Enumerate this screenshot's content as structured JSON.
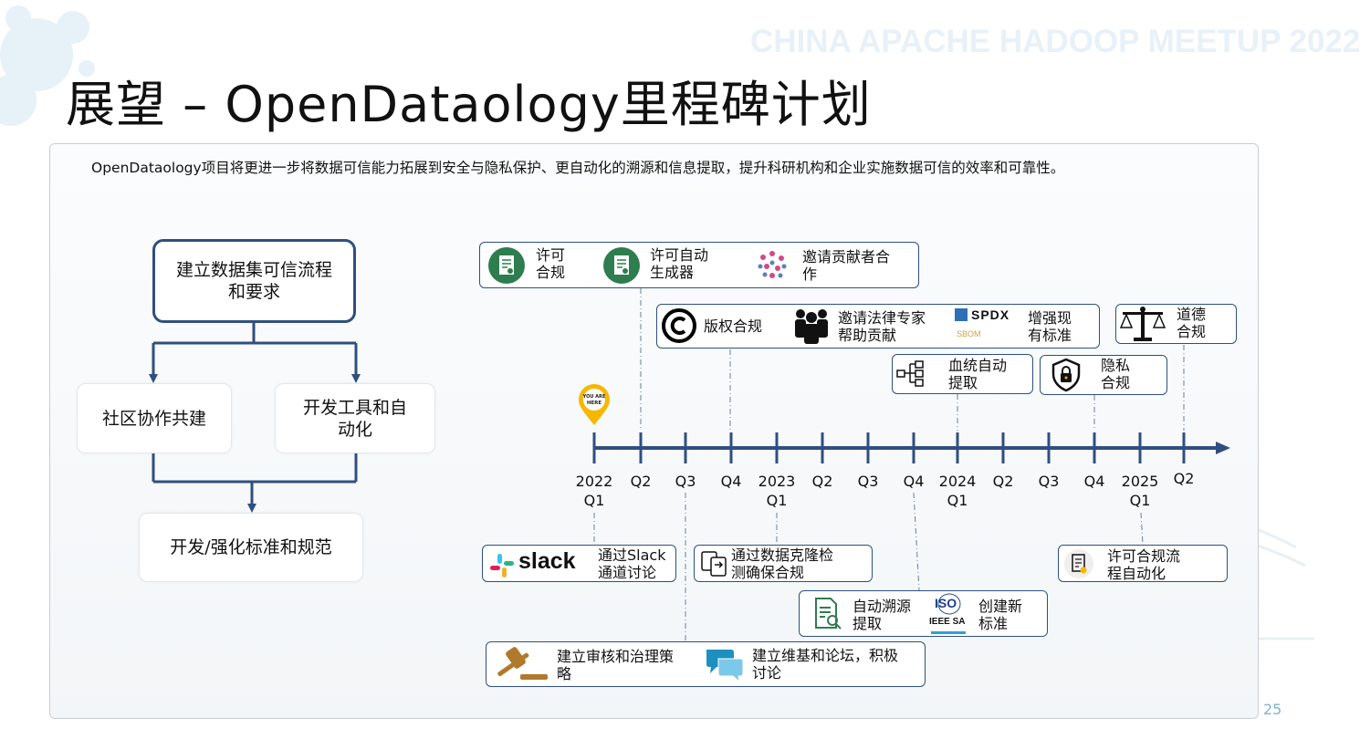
{
  "watermark": "CHINA APACHE HADOOP MEETUP 2022",
  "title": "展望 – OpenDataology里程碑计划",
  "description": "OpenDataology项目将更进一步将数据可信能力拓展到安全与隐私保护、更自动化的溯源和信息提取，提升科研机构和企业实施数据可信的效率和可靠性。",
  "flow": {
    "top": [
      "建立数据集可信流程",
      "和要求"
    ],
    "left": "社区协作共建",
    "right": [
      "开发工具和自",
      "动化"
    ],
    "bottom": "开发/强化标准和规范"
  },
  "timeline_ticks": [
    {
      "l1": "2022",
      "l2": "Q1"
    },
    {
      "l1": "Q2",
      "l2": ""
    },
    {
      "l1": "Q3",
      "l2": ""
    },
    {
      "l1": "Q4",
      "l2": ""
    },
    {
      "l1": "2023",
      "l2": "Q1"
    },
    {
      "l1": "Q2",
      "l2": ""
    },
    {
      "l1": "Q3",
      "l2": ""
    },
    {
      "l1": "Q4",
      "l2": ""
    },
    {
      "l1": "2024",
      "l2": "Q1"
    },
    {
      "l1": "Q2",
      "l2": ""
    },
    {
      "l1": "Q3",
      "l2": ""
    },
    {
      "l1": "Q4",
      "l2": ""
    },
    {
      "l1": "2025",
      "l2": "Q1"
    },
    {
      "l1": "Q2",
      "l2": ""
    }
  ],
  "here_marker": [
    "YOU ARE",
    "HERE"
  ],
  "items": {
    "license_compliance": [
      "许可",
      "合规"
    ],
    "license_auto_gen": [
      "许可自动",
      "生成器"
    ],
    "invite_contributors": [
      "邀请贡献者合",
      "作"
    ],
    "copyright": "版权合规",
    "legal_experts": [
      "邀请法律专家",
      "帮助贡献"
    ],
    "spdx_logo": "SPDX",
    "sbom_logo": "SBOM",
    "enhance_standards": [
      "增强现",
      "有标准"
    ],
    "ethics": [
      "道德",
      "合规"
    ],
    "lineage": [
      "血统自动",
      "提取"
    ],
    "privacy": [
      "隐私",
      "合规"
    ],
    "slack_logo": "slack",
    "slack": [
      "通过Slack",
      "通道讨论"
    ],
    "clone_detect": [
      "通过数据克隆检",
      "测确保合规"
    ],
    "license_flow": [
      "许可合规流",
      "程自动化"
    ],
    "auto_trace": [
      "自动溯源",
      "提取"
    ],
    "iso_logo": "ISO",
    "ieee_logo": "IEEE SA",
    "create_standards": [
      "创建新",
      "标准"
    ],
    "governance": [
      "建立审核和治理策",
      "略"
    ],
    "wiki_forum": [
      "建立维基和论坛，积极",
      "讨论"
    ]
  },
  "page_number": "25"
}
